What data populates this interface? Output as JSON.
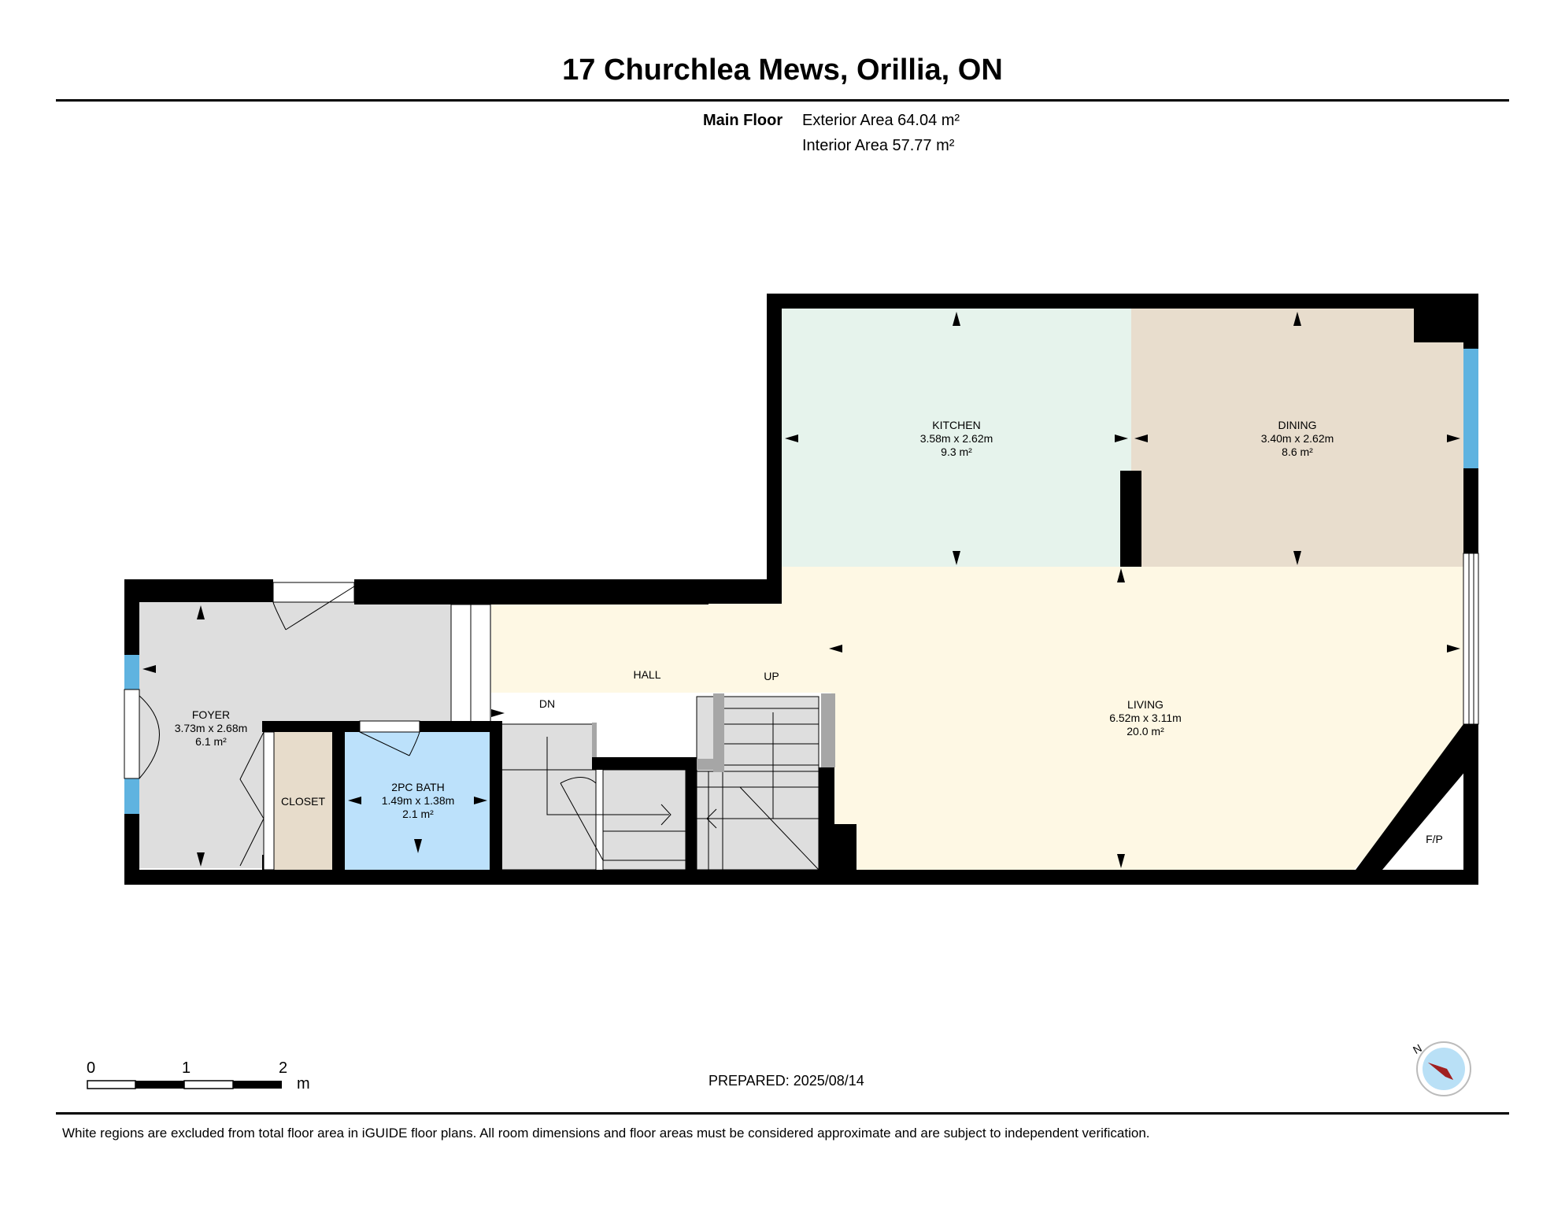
{
  "header": {
    "title": "17 Churchlea Mews, Orillia, ON",
    "floor_label": "Main Floor",
    "exterior_area": "Exterior Area 64.04 m²",
    "interior_area": "Interior Area 57.77 m²"
  },
  "rooms": {
    "kitchen": {
      "name": "KITCHEN",
      "dims": "3.58m x 2.62m",
      "area": "9.3 m²"
    },
    "dining": {
      "name": "DINING",
      "dims": "3.40m x 2.62m",
      "area": "8.6 m²"
    },
    "living": {
      "name": "LIVING",
      "dims": "6.52m x 3.11m",
      "area": "20.0 m²"
    },
    "foyer": {
      "name": "FOYER",
      "dims": "3.73m x 2.68m",
      "area": "6.1 m²"
    },
    "bath": {
      "name": "2PC BATH",
      "dims": "1.49m x 1.38m",
      "area": "2.1 m²"
    },
    "closet": {
      "name": "CLOSET"
    },
    "hall": {
      "name": "HALL"
    }
  },
  "labels": {
    "up": "UP",
    "down": "DN",
    "fireplace": "F/P"
  },
  "room_colors": {
    "kitchen": "#e6f3ec",
    "dining": "#e8ddcd",
    "living": "#fef8e4",
    "foyer": "#dedede",
    "bath": "#bce1fb",
    "closet": "#e7dccb",
    "window": "#5fb3e0"
  },
  "scale_bar": {
    "ticks": [
      "0",
      "1",
      "2"
    ],
    "unit": "m"
  },
  "compass": {
    "label": "N",
    "icon": "compass-icon"
  },
  "prepared": "PREPARED: 2025/08/14",
  "footnote": "White regions are excluded from total floor area in iGUIDE floor plans. All room dimensions and floor areas must be considered approximate and are subject to independent verification."
}
